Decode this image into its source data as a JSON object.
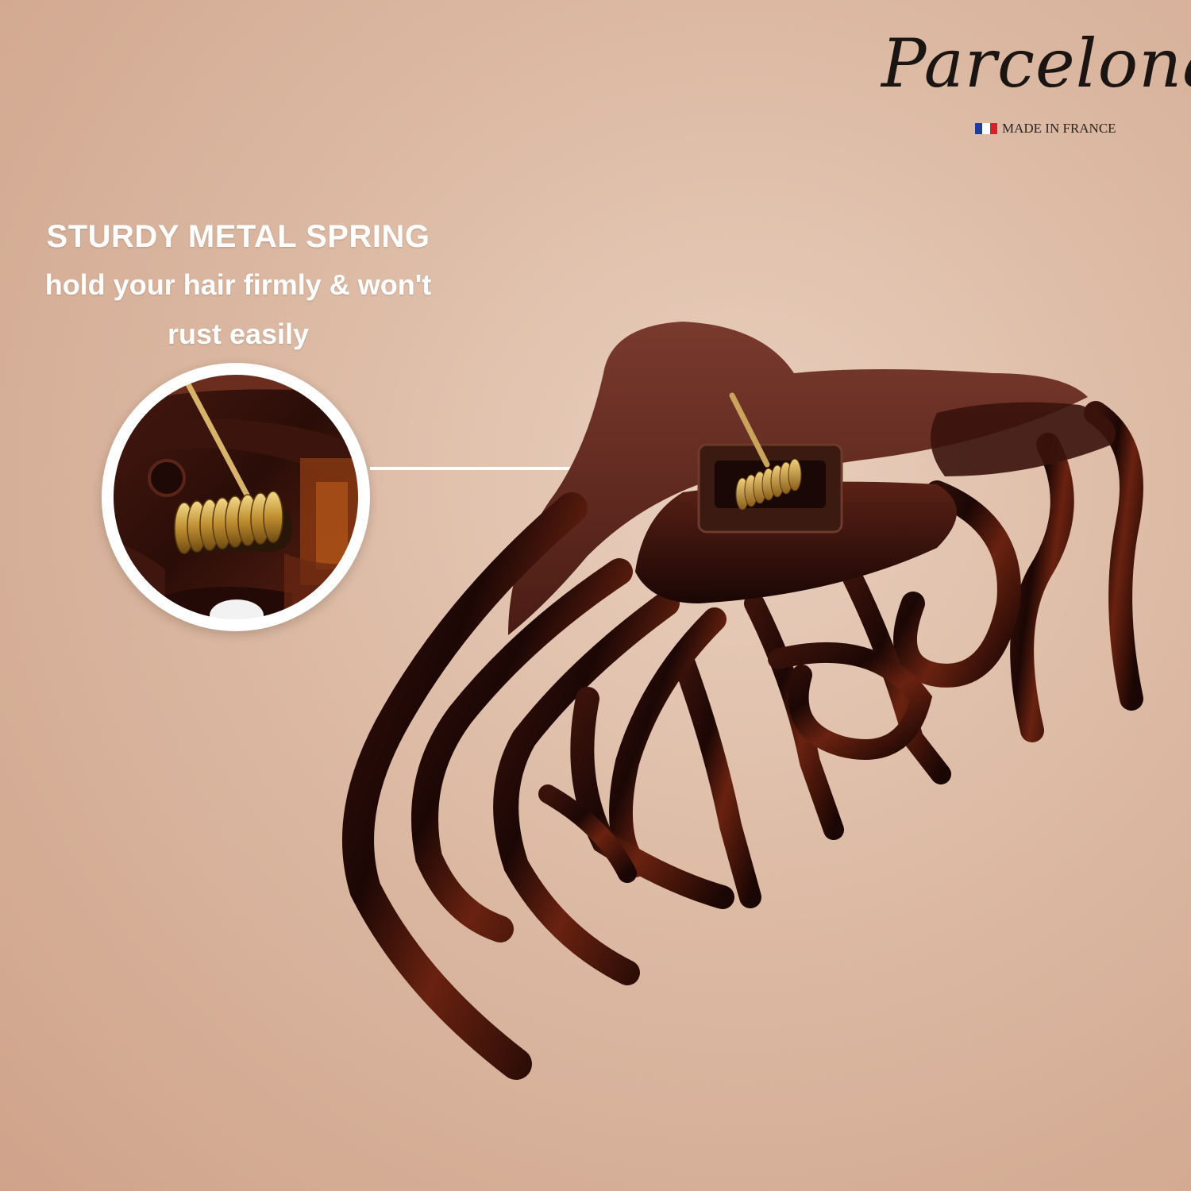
{
  "brand": {
    "name": "Parcelona",
    "tagline": "MADE IN FRANCE",
    "flag_colors": [
      "#1f3c98",
      "#ffffff",
      "#d6202b"
    ],
    "flag_icon": "france-flag-icon"
  },
  "feature": {
    "title": "STURDY METAL SPRING",
    "body_line_1": "hold your hair firmly & won't",
    "body_line_2": "rust easily"
  },
  "colors": {
    "text": "#ffffff",
    "tortoise_dark": "#2a0f0a",
    "tortoise_mid": "#5a1d12",
    "tortoise_light": "#8a3517",
    "spring_gold": "#c99a3a"
  }
}
